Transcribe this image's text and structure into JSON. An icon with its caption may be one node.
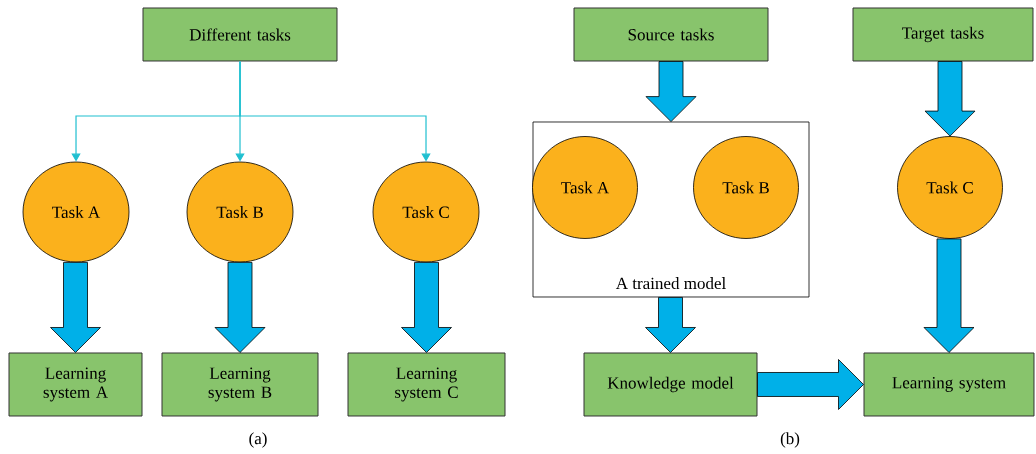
{
  "diagram": {
    "nodes": [
      {
        "text": [
          "Different tasks"
        ]
      },
      {
        "text": [
          "Task A"
        ]
      },
      {
        "text": [
          "Task B"
        ]
      },
      {
        "text": [
          "Task C"
        ]
      },
      {
        "text": [
          "Learning system A"
        ]
      },
      {
        "text": [
          "Learning system B"
        ]
      },
      {
        "text": [
          "Learning system C"
        ]
      },
      {
        "text": [
          "Source tasks"
        ]
      },
      {
        "text": [
          "Target tasks"
        ]
      },
      {
        "text": [
          "A trained model"
        ]
      },
      {
        "text": [
          "Task A"
        ],
        "in": 9
      },
      {
        "text": [
          "Task B"
        ],
        "in": 9
      },
      {
        "text": [
          "Task C"
        ]
      },
      {
        "text": [
          "Knowledge model"
        ]
      },
      {
        "text": [
          "Learning system"
        ]
      }
    ],
    "edges": [
      {
        "from": 0,
        "to": 1,
        "arrow": "to",
        "color": "#1fbfd0"
      },
      {
        "from": 0,
        "to": 2,
        "arrow": "to",
        "color": "#1fbfd0"
      },
      {
        "from": 0,
        "to": 3,
        "arrow": "to",
        "color": "#1fbfd0"
      },
      {
        "from": 1,
        "to": 4,
        "arrow": "to",
        "style": "thick"
      },
      {
        "from": 2,
        "to": 5,
        "arrow": "to",
        "style": "thick"
      },
      {
        "from": 3,
        "to": 6,
        "arrow": "to",
        "style": "thick"
      },
      {
        "from": 7,
        "to": 9,
        "arrow": "to",
        "style": "thick"
      },
      {
        "from": 9,
        "to": 13,
        "arrow": "to",
        "style": "thick"
      },
      {
        "from": 8,
        "to": 12,
        "arrow": "to",
        "style": "thick"
      },
      {
        "from": 12,
        "to": 14,
        "arrow": "to",
        "style": "thick"
      },
      {
        "from": 13,
        "to": 14,
        "arrow": "to",
        "style": "thick"
      }
    ],
    "labels": [
      "(a)",
      "(b)"
    ]
  }
}
